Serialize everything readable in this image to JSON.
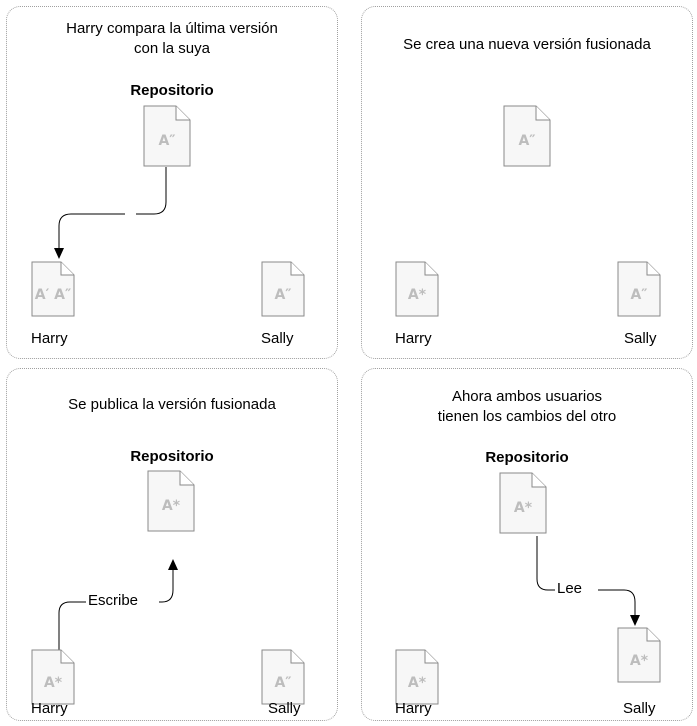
{
  "panels": [
    {
      "caption_lines": [
        "Harry compara la última versión",
        "con la suya"
      ],
      "repo_label": "Repositorio",
      "repo_doc": "A″",
      "harry_doc": "A′ A″",
      "sally_doc": "A″",
      "harry_label": "Harry",
      "sally_label": "Sally"
    },
    {
      "caption_lines": [
        "Se crea una nueva versión fusionada"
      ],
      "repo_doc": "A″",
      "harry_doc": "A*",
      "sally_doc": "A″",
      "harry_label": "Harry",
      "sally_label": "Sally"
    },
    {
      "caption_lines": [
        "Se publica la versión fusionada"
      ],
      "repo_label": "Repositorio",
      "repo_doc": "A*",
      "harry_doc": "A*",
      "sally_doc": "A″",
      "harry_label": "Harry",
      "sally_label": "Sally",
      "flow_label": "Escribe"
    },
    {
      "caption_lines": [
        "Ahora ambos usuarios",
        "tienen los cambios del otro"
      ],
      "repo_label": "Repositorio",
      "repo_doc": "A*",
      "harry_doc": "A*",
      "sally_doc": "A*",
      "harry_label": "Harry",
      "sally_label": "Sally",
      "flow_label": "Lee"
    }
  ]
}
